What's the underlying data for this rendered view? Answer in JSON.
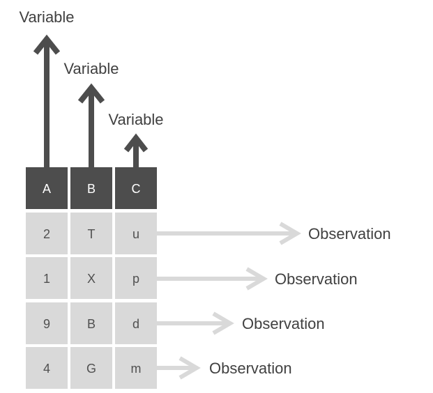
{
  "colors": {
    "header_fill": "#4d4d4d",
    "cell_fill": "#d9d9d9",
    "variable_arrow": "#4d4d4d",
    "observation_arrow": "#d9d9d9",
    "label_text": "#404040",
    "cell_text": "#505050"
  },
  "table": {
    "headers": [
      "A",
      "B",
      "C"
    ],
    "rows": [
      [
        "2",
        "T",
        "u"
      ],
      [
        "1",
        "X",
        "p"
      ],
      [
        "9",
        "B",
        "d"
      ],
      [
        "4",
        "G",
        "m"
      ]
    ]
  },
  "variable_labels": [
    "Variable",
    "Variable",
    "Variable"
  ],
  "observation_labels": [
    "Observation",
    "Observation",
    "Observation",
    "Observation"
  ]
}
